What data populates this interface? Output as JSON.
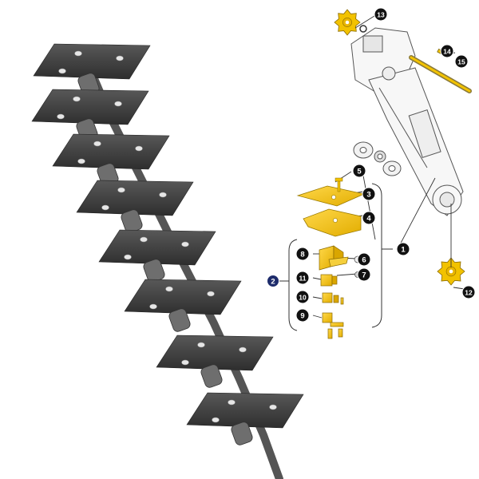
{
  "diagram": {
    "callouts": [
      {
        "label": "1",
        "style": "black"
      },
      {
        "label": "2",
        "style": "blue"
      },
      {
        "label": "3",
        "style": "black"
      },
      {
        "label": "4",
        "style": "black"
      },
      {
        "label": "5",
        "style": "black"
      },
      {
        "label": "6",
        "style": "black"
      },
      {
        "label": "7",
        "style": "black"
      },
      {
        "label": "8",
        "style": "black"
      },
      {
        "label": "9",
        "style": "black"
      },
      {
        "label": "10",
        "style": "black"
      },
      {
        "label": "11",
        "style": "black"
      },
      {
        "label": "12",
        "style": "black"
      },
      {
        "label": "13",
        "style": "black"
      },
      {
        "label": "14",
        "style": "black"
      },
      {
        "label": "15",
        "style": "black"
      }
    ],
    "colors": {
      "callout_black": "#111111",
      "callout_blue": "#1d2b6b",
      "highlight_yellow": "#f2c200",
      "chain_plate": "#3d3d3d",
      "outline": "#444444"
    }
  }
}
